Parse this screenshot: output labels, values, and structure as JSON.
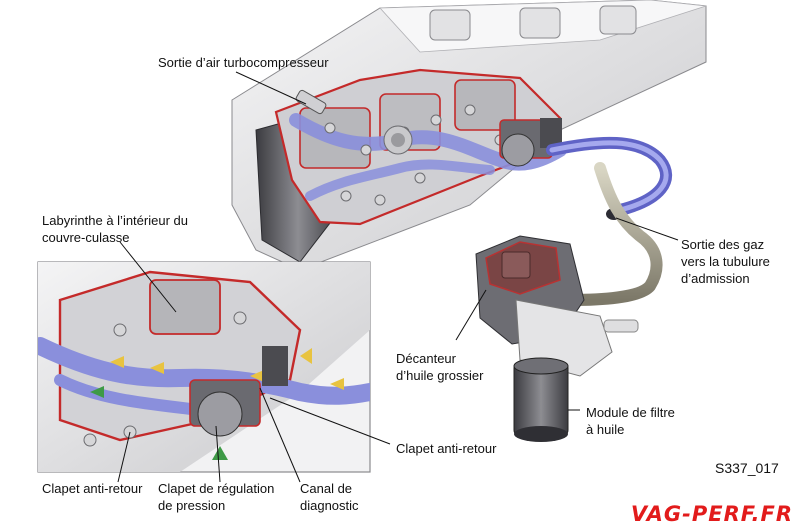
{
  "labels": {
    "turbo_outlet": "Sortie d’air turbocompresseur",
    "labyrinth": "Labyrinthe à l’intérieur du\ncouvre-culasse",
    "gas_outlet": "Sortie des gaz\nvers la tubulure\nd’admission",
    "coarse_separator": "Décanteur\nd’huile grossier",
    "oil_filter_module": "Module de filtre\nà huile",
    "check_valve_right": "Clapet anti-retour",
    "check_valve_left": "Clapet anti-retour",
    "pressure_valve": "Clapet de régulation\nde pression",
    "diagnostic_channel": "Canal de\ndiagnostic"
  },
  "figure_id": "S337_017",
  "logo_text": "VAG-PERF.FR",
  "colors": {
    "flow_blue": "#8a8fdc",
    "gasket_red": "#c42a2a",
    "metal_light": "#e9e9ea",
    "metal_dark": "#505055",
    "logo_red": "#e21b1b"
  }
}
